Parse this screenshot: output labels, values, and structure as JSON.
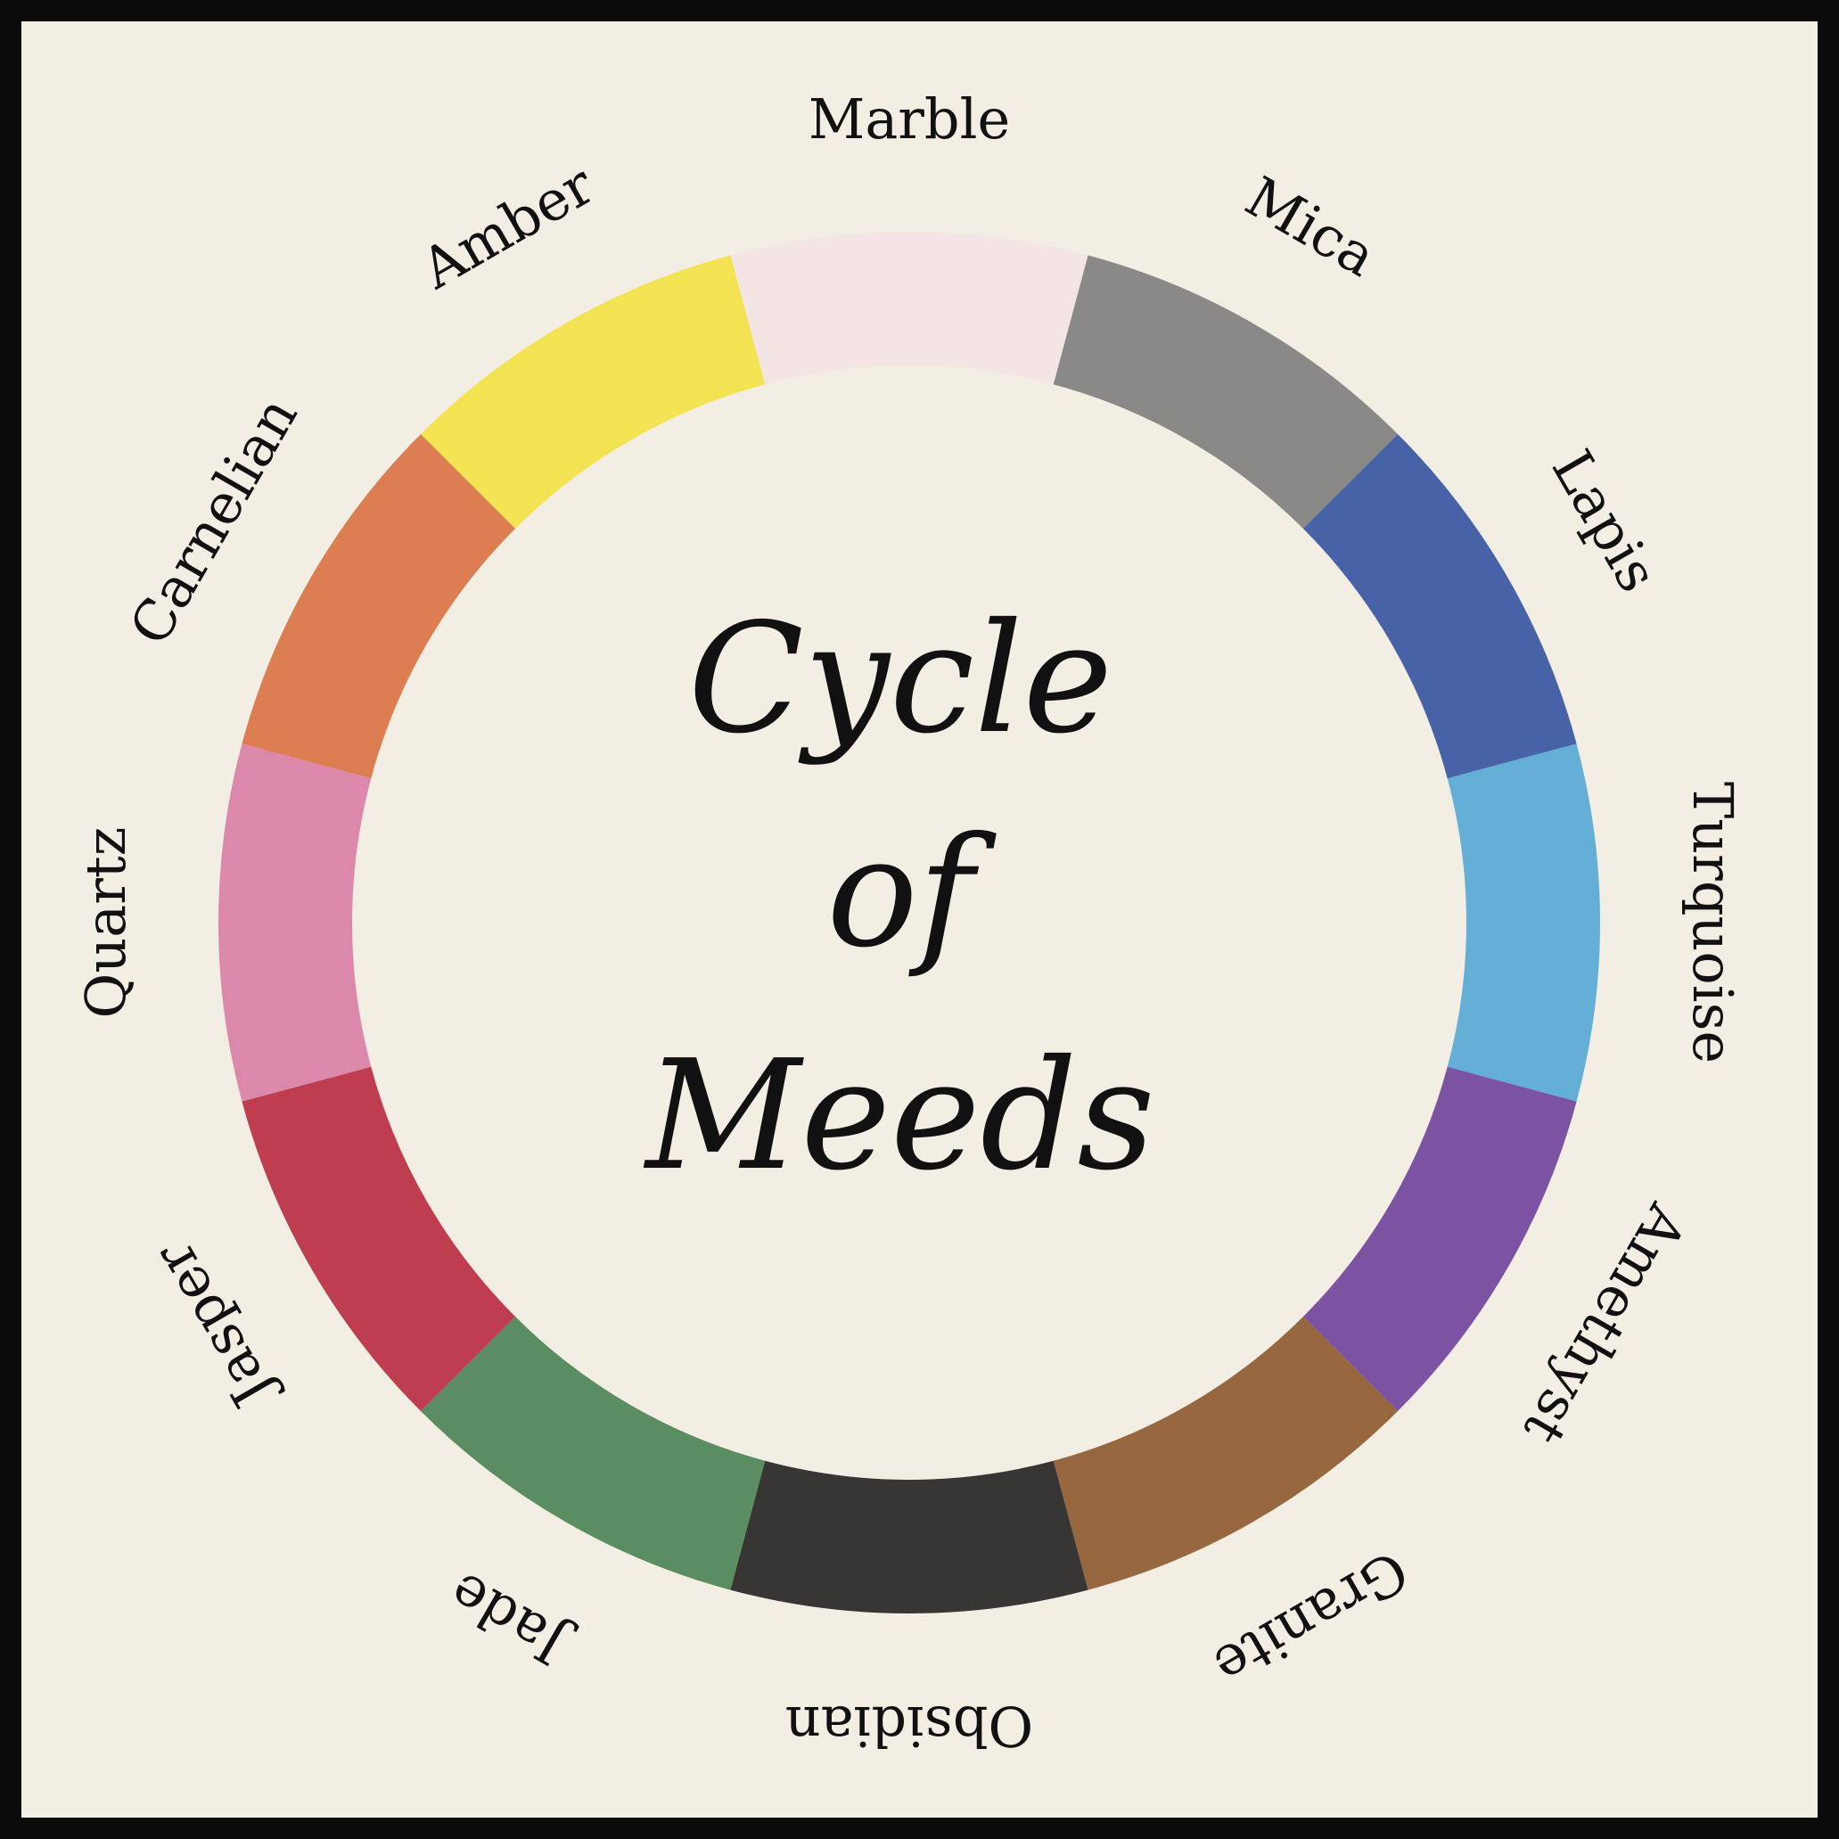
{
  "title_lines": [
    "Cycle",
    "of",
    "Meeds"
  ],
  "segments": [
    {
      "label": "Marble",
      "color": "#f1e4e4"
    },
    {
      "label": "Mica",
      "color": "#7b7b7b"
    },
    {
      "label": "Lapis",
      "color": "#2f4e9e"
    },
    {
      "label": "Turquoise",
      "color": "#4ea6d4"
    },
    {
      "label": "Amethyst",
      "color": "#6b3e98"
    },
    {
      "label": "Granite",
      "color": "#8a5428"
    },
    {
      "label": "Obsidian",
      "color": "#1d1d1d"
    },
    {
      "label": "Jade",
      "color": "#44804c"
    },
    {
      "label": "Jasper",
      "color": "#b6253b"
    },
    {
      "label": "Quartz",
      "color": "#d77aa2"
    },
    {
      "label": "Carnelian",
      "color": "#d96d3d"
    },
    {
      "label": "Amber",
      "color": "#f2e03c"
    }
  ]
}
